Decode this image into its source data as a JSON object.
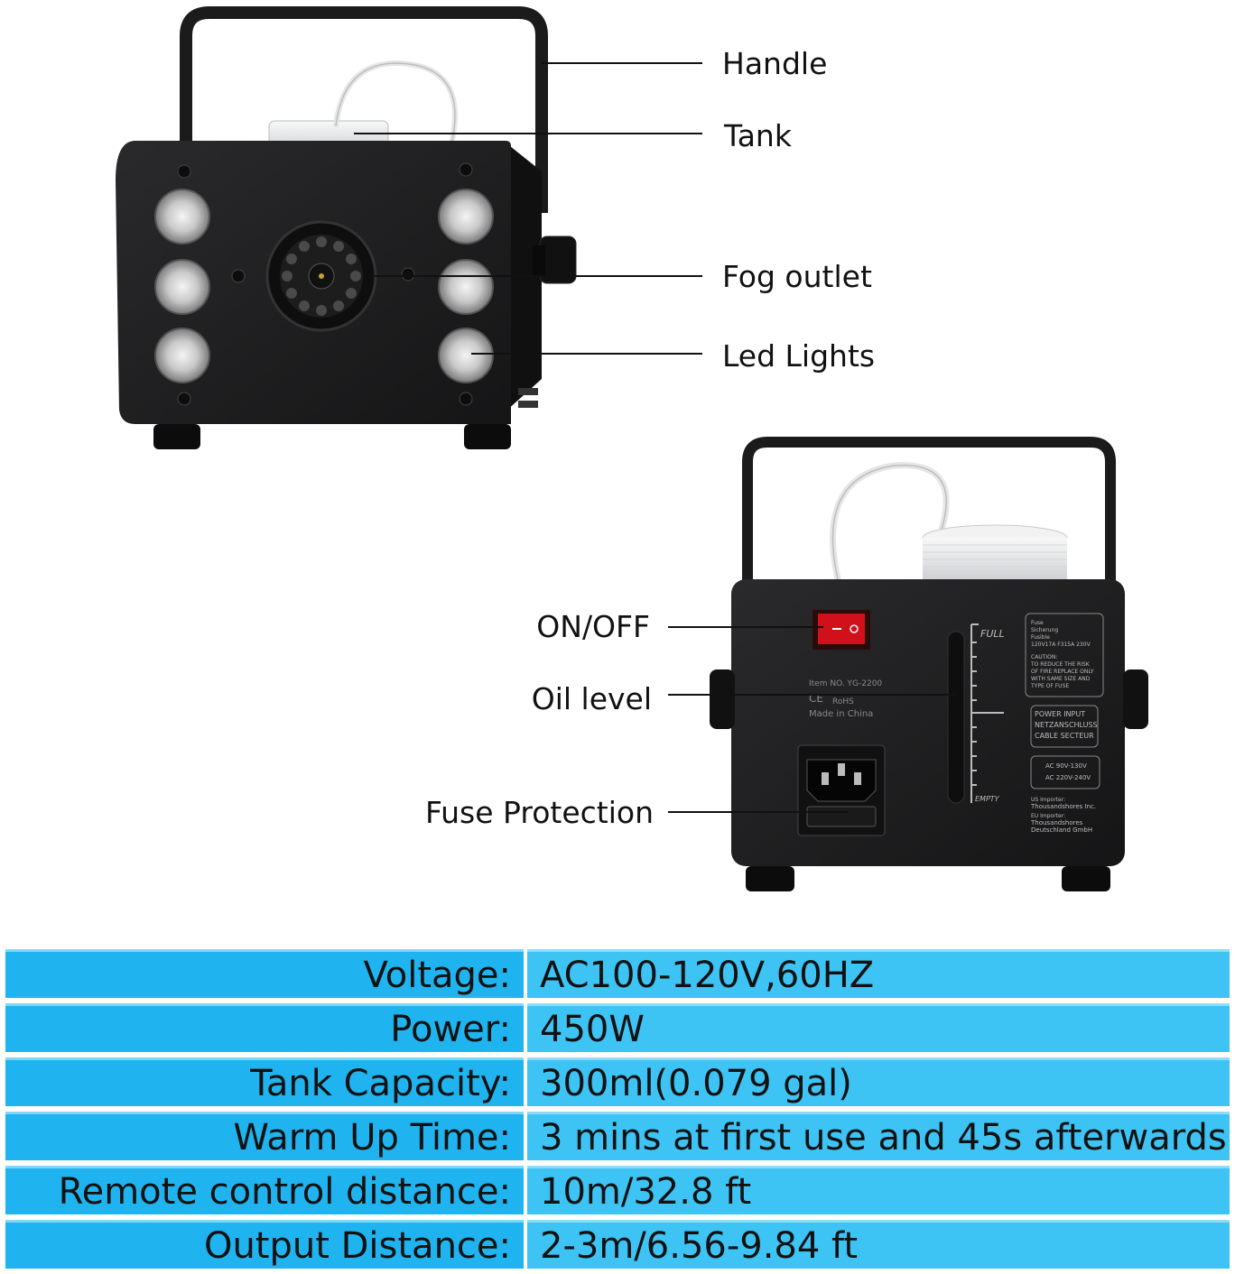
{
  "callouts": {
    "handle": "Handle",
    "tank": "Tank",
    "fog_outlet": "Fog outlet",
    "led_lights": "Led Lights",
    "on_off": "ON/OFF",
    "oil_level": "Oil level",
    "fuse_protection": "Fuse Protection"
  },
  "rear_panel": {
    "level_full": "FULL",
    "level_empty": "EMPTY",
    "item_no": "Item NO. YG-2200",
    "made_in": "Made in China",
    "rohs": "RoHS",
    "ce": "CE",
    "fuse_block": [
      "Fuse",
      "Sicherung",
      "Fusible",
      "120V17A F315A 230V"
    ],
    "caution_block": [
      "CAUTION:",
      "TO REDUCE THE RISK",
      "OF FIRE REPLACE ONLY",
      "WITH SAME SIZE AND",
      "TYPE OF FUSE"
    ],
    "power_block": [
      "POWER INPUT",
      "NETZANSCHLUSS",
      "CABLE SECTEUR"
    ],
    "voltage_block": [
      "AC 90V-130V",
      "AC 220V-240V"
    ],
    "importer_block": [
      "US Importer:",
      "Thousandshores Inc.",
      "EU Importer:",
      "Thousandshores",
      "Deutschland GmbH"
    ]
  },
  "specs": [
    {
      "label": "Voltage:",
      "value": "AC100-120V,60HZ"
    },
    {
      "label": "Power:",
      "value": "450W"
    },
    {
      "label": "Tank Capacity:",
      "value": "300ml(0.079 gal)"
    },
    {
      "label": "Warm Up Time:",
      "value": "3 mins at first use and 45s afterwards"
    },
    {
      "label": "Remote control distance:",
      "value": "10m/32.8 ft"
    },
    {
      "label": "Output Distance:",
      "value": "2-3m/6.56-9.84 ft"
    }
  ],
  "colors": {
    "spec_key_bg": "#1fb4f0",
    "spec_val_bg": "#3ec3f5",
    "machine_body": "#1c1c1e",
    "switch_red": "#d0101a"
  }
}
